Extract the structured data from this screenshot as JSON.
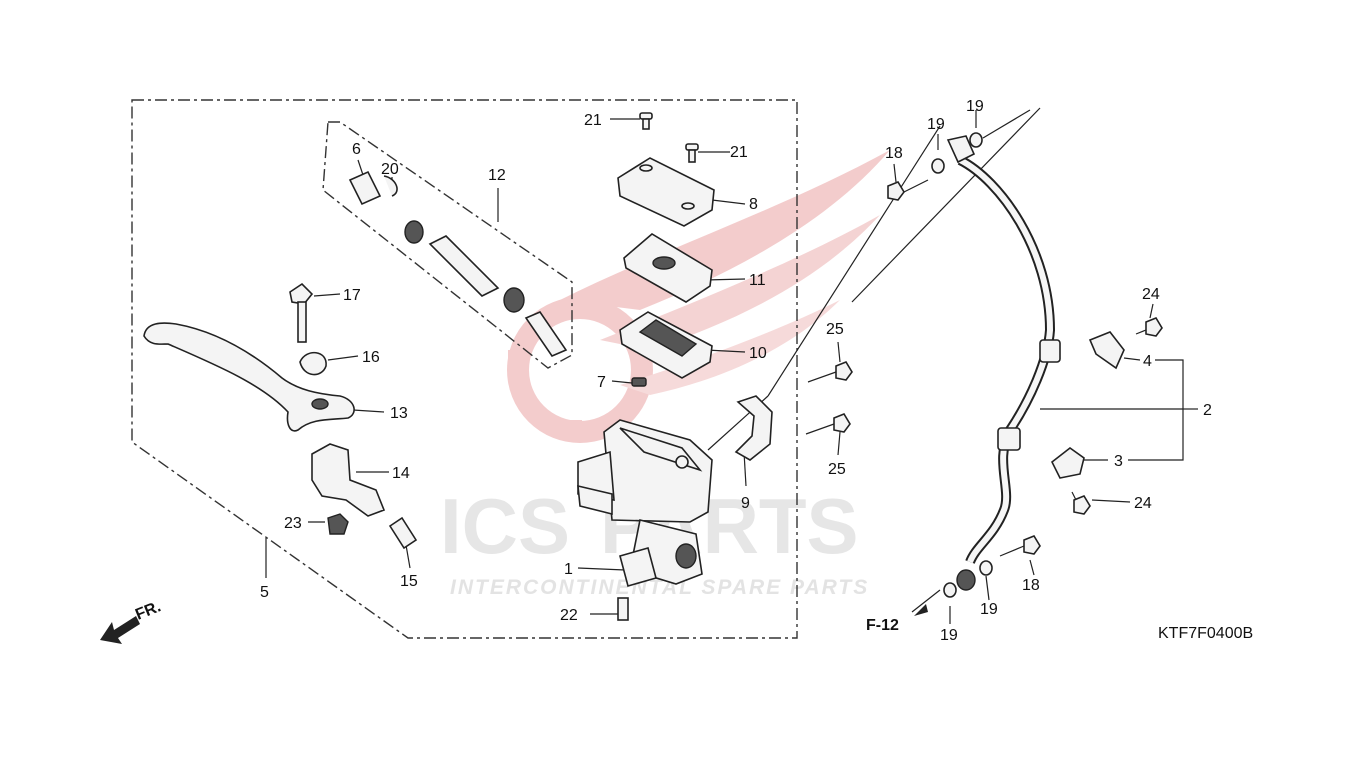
{
  "watermark": {
    "brand_left": "ICS",
    "brand_right": "PARTS",
    "tagline": "INTERCONTINENTAL SPARE PARTS",
    "logo_color": "#f1c4c4",
    "text_color": "#e6e6e6"
  },
  "callouts": {
    "c1": "1",
    "c2": "2",
    "c3": "3",
    "c4": "4",
    "c5": "5",
    "c6": "6",
    "c7": "7",
    "c8": "8",
    "c9": "9",
    "c10": "10",
    "c11": "11",
    "c12": "12",
    "c13": "13",
    "c14": "14",
    "c15": "15",
    "c16": "16",
    "c17": "17",
    "c18a": "18",
    "c18b": "18",
    "c19a": "19",
    "c19b": "19",
    "c19c": "19",
    "c19d": "19",
    "c20": "20",
    "c21a": "21",
    "c21b": "21",
    "c22": "22",
    "c23": "23",
    "c24a": "24",
    "c24b": "24",
    "c25a": "25",
    "c25b": "25"
  },
  "refs": {
    "front_arrow": "FR.",
    "figure_ref": "F-12",
    "diagram_code": "KTF7F0400B"
  }
}
